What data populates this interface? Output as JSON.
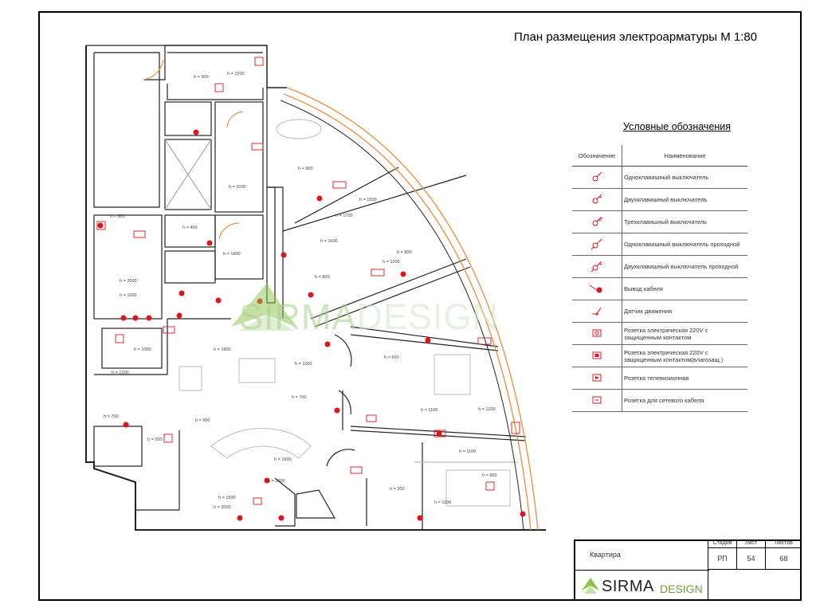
{
  "title": "План размещения электроарматуры  М 1:80",
  "watermark": {
    "part1": "SIRMA",
    "part2": "DESIGN"
  },
  "legend": {
    "heading": "Условные обозначения",
    "col_symbol": "Обозначение",
    "col_name": "Наименование",
    "items": [
      {
        "icon": "single-switch-icon",
        "label": "Одноклавишный выключатель"
      },
      {
        "icon": "double-switch-icon",
        "label": "Двухклавишный выключатель"
      },
      {
        "icon": "triple-switch-icon",
        "label": "Трехклавишный выключатель"
      },
      {
        "icon": "single-passthrough-switch-icon",
        "label": "Одноклавишный выключатель проходной"
      },
      {
        "icon": "double-passthrough-switch-icon",
        "label": "Двухклавишный выключатель проходной"
      },
      {
        "icon": "cable-outlet-icon",
        "label": "Вывод кабеля"
      },
      {
        "icon": "motion-sensor-icon",
        "label": "Датчик движения"
      },
      {
        "icon": "socket-220v-icon",
        "label": "Розетка электрическая 220V с защищенным контактом"
      },
      {
        "icon": "socket-220v-protected-icon",
        "label": "Розетка электрическая 220V с защищенным контактом(влагозащ.)"
      },
      {
        "icon": "tv-socket-icon",
        "label": "Розетка телевизионная"
      },
      {
        "icon": "network-socket-icon",
        "label": "Розетка для сетевого кабеля"
      }
    ]
  },
  "plan_labels": [
    "h = 900",
    "h = 2200",
    "h = 1500",
    "h = 2000",
    "h = 300",
    "h = 1600",
    "h = 1700",
    "h = 1800",
    "h = 800",
    "h = 1200",
    "h = 200",
    "h = 700",
    "h = 1100",
    "h = 1000",
    "h = 600",
    "h = 400",
    "h = 500"
  ],
  "titleblock": {
    "project": "Квартира",
    "stage_label": "Стадия",
    "stage_value": "РП",
    "sheet_label": "Лист",
    "sheet_value": "54",
    "sheets_label": "Листов",
    "sheets_value": "68",
    "logo_part1": "SIRMA",
    "logo_part2": "DESIGN"
  },
  "colors": {
    "accent_red": "#e0141c",
    "wall_orange": "#e8944a",
    "logo_green": "#8bc34a"
  }
}
